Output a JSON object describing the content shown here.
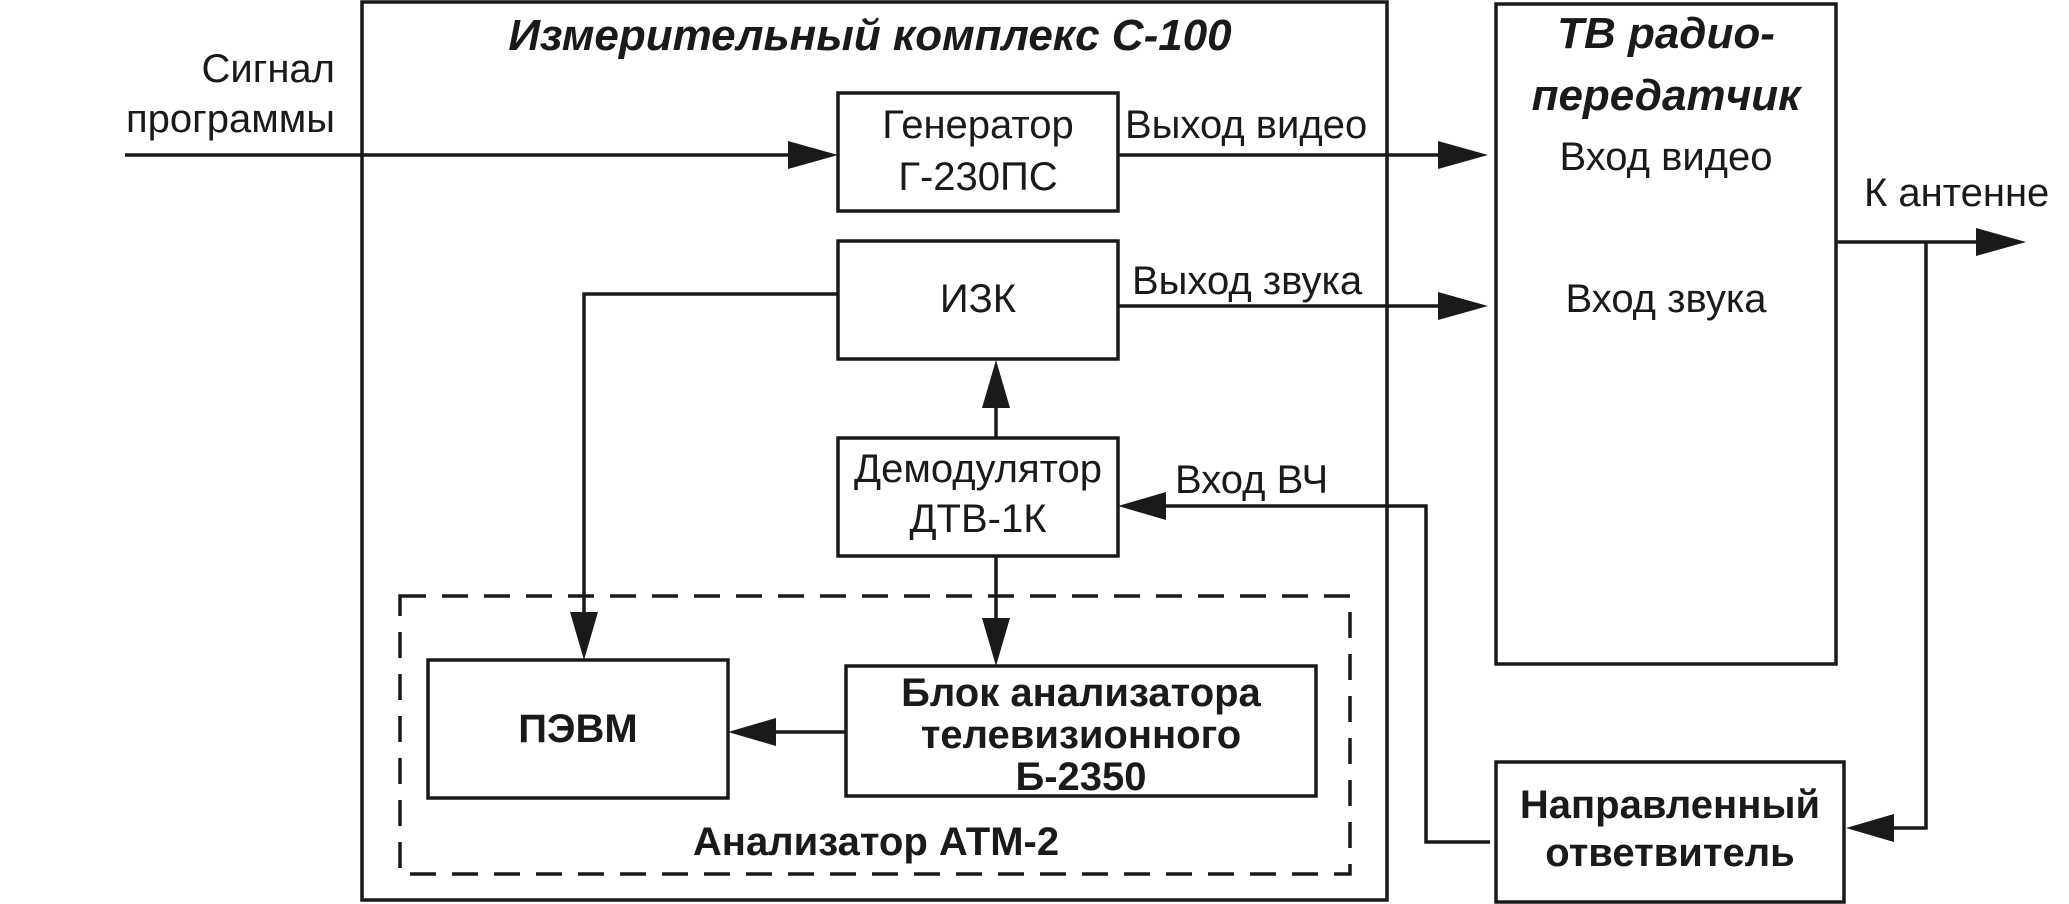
{
  "inputs": {
    "program_signal": [
      "Сигнал",
      "программы"
    ]
  },
  "complex": {
    "title": "Измерительный комплекс С-100"
  },
  "generator": {
    "lines": [
      "Генератор",
      "Г-230ПС"
    ]
  },
  "izk": {
    "label": "ИЗК"
  },
  "demodulator": {
    "lines": [
      "Демодулятор",
      "ДТВ-1К"
    ]
  },
  "analyzer": {
    "title": "Анализатор АТМ-2"
  },
  "pc": {
    "label": "ПЭВМ"
  },
  "tv_analyzer_block": {
    "lines": [
      "Блок анализатора",
      "телевизионного",
      "Б-2350"
    ]
  },
  "transmitter": {
    "title": [
      "ТВ радио-",
      "передатчик"
    ],
    "video_in": "Вход видео",
    "audio_in": "Вход звука"
  },
  "coupler": {
    "lines": [
      "Направленный",
      "ответвитель"
    ]
  },
  "connections": {
    "video_out": "Выход видео",
    "audio_out": "Выход звука",
    "rf_in": "Вход ВЧ",
    "to_antenna": "К антенне"
  }
}
